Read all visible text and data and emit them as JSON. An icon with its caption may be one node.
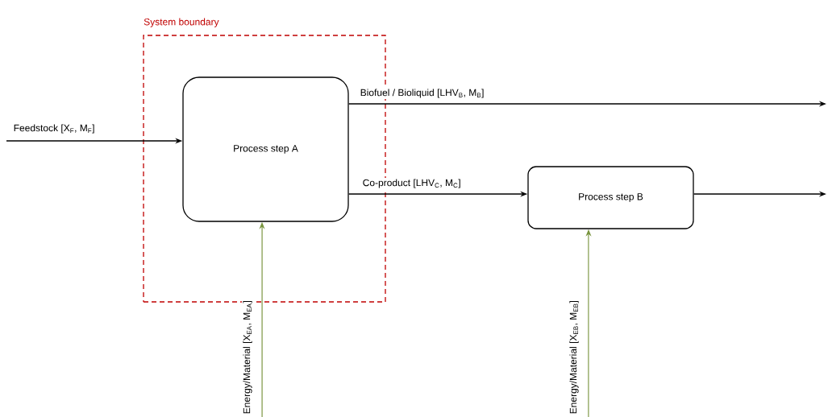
{
  "diagram": {
    "nodes": [
      {
        "text": [
          "System boundary"
        ]
      },
      {
        "text": [
          "Process step A"
        ],
        "in": 0
      },
      {
        "text": [
          "Process step B"
        ]
      }
    ],
    "edges": [
      {
        "from": null,
        "to": 1,
        "arrow": "to",
        "label": "Feedstock  [X$_{F}$, M$_{F}$]"
      },
      {
        "from": 1,
        "to": null,
        "arrow": "to",
        "label": "Biofuel / Bioliquid  [LHV$_{B}$, M$_{B}$]"
      },
      {
        "from": 1,
        "to": 2,
        "arrow": "to",
        "label": "Co-product [LHV$_{C}$, M$_{C}$]"
      },
      {
        "from": 2,
        "to": null,
        "arrow": "to"
      },
      {
        "from": null,
        "to": 1,
        "arrow": "to",
        "label": "Energy/Material [X$_{EA}$, M$_{EA}$]",
        "color": "#77933c"
      },
      {
        "from": null,
        "to": 2,
        "arrow": "to",
        "label": "Energy/Material [X$_{EB}$, M$_{EB}$]",
        "color": "#77933c"
      }
    ]
  }
}
